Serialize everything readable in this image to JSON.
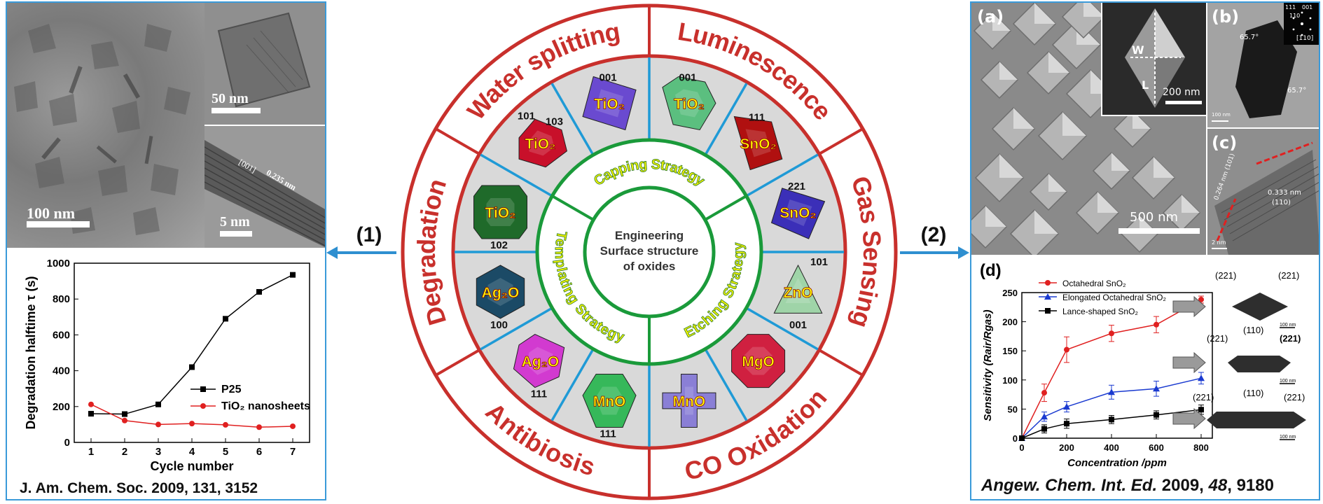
{
  "left": {
    "scale_main": "100 nm",
    "scale_inset_top": "50 nm",
    "scale_inset_bottom": "5 nm",
    "lattice_dir": "[001]",
    "lattice_spacing": "0.235 nm",
    "citation": "J. Am. Chem. Soc. 2009, 131, 3152"
  },
  "right": {
    "label_a": "(a)",
    "label_b": "(b)",
    "label_c": "(c)",
    "label_d": "(d)",
    "scale_a_main": "500 nm",
    "scale_a_inset": "200 nm",
    "inset_w": "W",
    "inset_l": "L",
    "scale_b": "100 nm",
    "angle_b1": "65.7°",
    "angle_b2": "65.7°",
    "diff_labels": [
      "111",
      "001",
      "110",
      "[110]"
    ],
    "scale_c": "2 nm",
    "lattice_c1": "0.333 nm",
    "lattice_c1_hkl": "(110)",
    "lattice_c2": "0.264 nm (101)",
    "citation_journal": "Angew. Chem. Int. Ed.",
    "citation_year": " 2009, ",
    "citation_volume": "48",
    "citation_pages": ", 9180"
  },
  "arrows": {
    "left_label": "(1)",
    "right_label": "(2)"
  },
  "center": {
    "center_text": [
      "Engineering",
      "Surface structure",
      "of oxides"
    ],
    "applications": [
      "Water splitting",
      "Luminescence",
      "Gas Sensing",
      "CO Oxidation",
      "Antibiosis",
      "Degradation"
    ],
    "strategies": [
      "Capping Strategy",
      "Etching Strategy",
      "Templating Strategy"
    ],
    "crystals": [
      {
        "formula": "TiO₂",
        "facet": "001"
      },
      {
        "formula": "SnO₂",
        "facet": "111"
      },
      {
        "formula": "SnO₂",
        "facet": "221"
      },
      {
        "formula": "ZnO",
        "facet": "101",
        "facet2": "001"
      },
      {
        "formula": "MgO",
        "facet": ""
      },
      {
        "formula": "MnO",
        "facet": ""
      },
      {
        "formula": "MnO",
        "facet": "111"
      },
      {
        "formula": "Ag₂O",
        "facet": "111"
      },
      {
        "formula": "Ag₂O",
        "facet": "100"
      },
      {
        "formula": "TiO₂",
        "facet": "102"
      },
      {
        "formula": "TiO₂",
        "facet": "101",
        "facet2": "103"
      },
      {
        "formula": "TiO₂",
        "facet": "001"
      }
    ],
    "colors": {
      "ring_red": "#c8302c",
      "divider_blue": "#1f9ad6",
      "circle_green": "#1a9a3a",
      "wedge_gray": "#d9d9d9",
      "strategy_text": "#f2f200",
      "crystal_text": "#ffff00"
    }
  },
  "chart_left": {
    "type": "line",
    "ylabel": "Degradation halftime τ (s)",
    "xlabel": "Cycle number",
    "xlim": [
      0.5,
      7.5
    ],
    "ylim": [
      0,
      1000
    ],
    "xticks": [
      "1",
      "2",
      "3",
      "4",
      "5",
      "6",
      "7"
    ],
    "yticks": [
      "0",
      "200",
      "400",
      "600",
      "800",
      "1000"
    ],
    "series": [
      {
        "name": "P25",
        "color": "#000000",
        "marker": "square",
        "x": [
          1,
          2,
          3,
          4,
          5,
          6,
          7
        ],
        "values": [
          160,
          158,
          212,
          420,
          690,
          840,
          935
        ]
      },
      {
        "name": "TiO₂ nanosheets",
        "color": "#e02020",
        "marker": "circle",
        "x": [
          1,
          2,
          3,
          4,
          5,
          6,
          7
        ],
        "values": [
          212,
          122,
          100,
          105,
          98,
          85,
          90
        ]
      }
    ],
    "legend": "center-right"
  },
  "chart_right": {
    "type": "line",
    "ylabel": "Sensitivity (Rair/Rgas)",
    "xlabel": "Concentration /ppm",
    "xlim": [
      0,
      850
    ],
    "ylim": [
      0,
      250
    ],
    "xticks": [
      "0",
      "200",
      "400",
      "600",
      "800"
    ],
    "yticks": [
      "0",
      "50",
      "100",
      "150",
      "200",
      "250"
    ],
    "series": [
      {
        "name": "Octahedral SnO₂",
        "color": "#e02020",
        "marker": "circle",
        "x": [
          0,
          100,
          200,
          400,
          600,
          800
        ],
        "values": [
          0,
          78,
          152,
          180,
          195,
          238
        ],
        "err": [
          0,
          15,
          22,
          14,
          14,
          6
        ]
      },
      {
        "name": "Elongated Octahedral SnO₂",
        "color": "#1a3ad0",
        "marker": "triangle",
        "x": [
          0,
          100,
          200,
          400,
          600,
          800
        ],
        "values": [
          0,
          37,
          54,
          79,
          85,
          103
        ],
        "err": [
          0,
          8,
          9,
          12,
          13,
          10
        ]
      },
      {
        "name": "Lance-shaped SnO₂",
        "color": "#000000",
        "marker": "square",
        "x": [
          0,
          100,
          200,
          400,
          600,
          800
        ],
        "values": [
          0,
          16,
          25,
          32,
          40,
          49
        ],
        "err": [
          0,
          7,
          8,
          7,
          7,
          8
        ]
      }
    ],
    "legend": "top-left",
    "shape_labels": [
      [
        "(221)",
        "(221)"
      ],
      [
        "(221)",
        "(110)",
        "(221)"
      ],
      [
        "(221)",
        "(110)",
        "(221)"
      ]
    ],
    "shape_scales": [
      "100 nm",
      "100 nm",
      "100 nm"
    ]
  }
}
